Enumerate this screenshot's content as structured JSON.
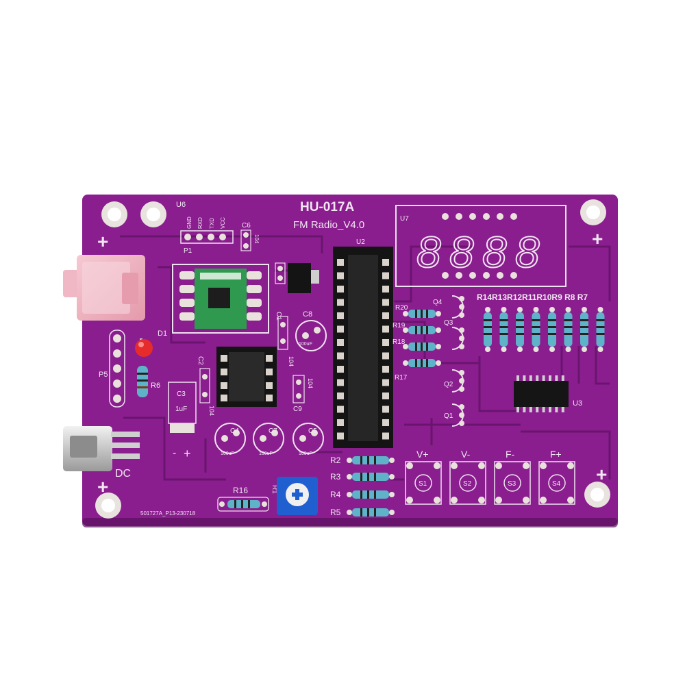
{
  "board": {
    "model": "HU-017A",
    "subtitle": "FM Radio_V4.0",
    "serial": "501727A_P13-230718",
    "colors": {
      "solder_mask": "#8a1e8e",
      "silkscreen": "#f2e6f3",
      "pads": "#e9e2dc",
      "resistor_body": "#5fb3c9"
    }
  },
  "labels": {
    "u6": "U6",
    "u7": "U7",
    "u2": "U2",
    "u3": "U3",
    "p1": "P1",
    "p5": "P5",
    "d1": "D1",
    "dc": "DC",
    "c2": "C2",
    "c3": "C3",
    "c4": "C4",
    "c5": "C5",
    "c6": "C6",
    "c7": "C7",
    "c8": "C8",
    "c9": "C9",
    "c1": "C1",
    "q1": "Q1",
    "q2": "Q2",
    "q3": "Q3",
    "q4": "Q4",
    "r1": "R1",
    "r2": "R2",
    "r3": "R3",
    "r4": "R4",
    "r5": "R5",
    "r6": "R6",
    "r16": "R16",
    "r17": "R17",
    "r18": "R18",
    "r19": "R19",
    "r20": "R20",
    "r_row": "R14R13R12R11R10R9 R8 R7",
    "c3_value": "1uF",
    "cap_value": "100uF",
    "code_104": "104",
    "minus": "-",
    "plus": "+"
  },
  "header_pins": [
    "GND",
    "RXD",
    "TXD",
    "VCC"
  ],
  "buttons": [
    {
      "label": "V+",
      "switch": "S1"
    },
    {
      "label": "V-",
      "switch": "S2"
    },
    {
      "label": "F-",
      "switch": "S3"
    },
    {
      "label": "F+",
      "switch": "S4"
    }
  ],
  "display_digits": [
    "8",
    "8",
    "8",
    "8"
  ]
}
